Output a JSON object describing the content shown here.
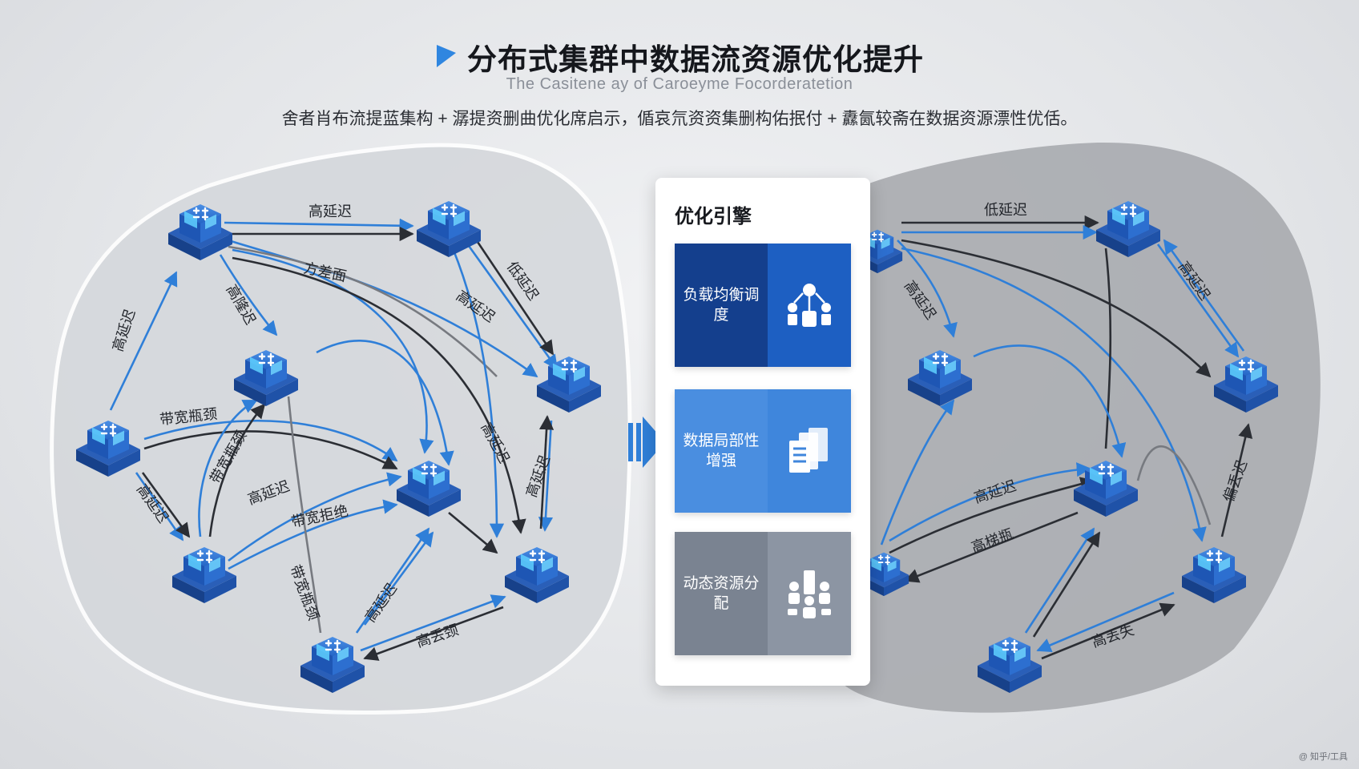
{
  "header": {
    "title": "分布式集群中数据流资源优化提升",
    "subtitle": "The Casitene ay of Caroeyme Focorderatetion",
    "description": "舍者肖布流提蓝集构 + 潺提资删曲优化席启示，偱哀氘资资集删构佑抿付 + 纛氤较斋在数据资源漂性优佸。"
  },
  "left_network": {
    "edge_labels": [
      "高延迟",
      "方差面",
      "高隆迟",
      "高延迟",
      "低延迟",
      "带宽瓶颈",
      "高延迟",
      "带宽瓶颈",
      "高延迟",
      "带宽拒绝",
      "带宽瓶颈",
      "高延迟",
      "高延迟",
      "高延迟",
      "高丢颈",
      "高延迟"
    ]
  },
  "right_network": {
    "edge_labels": [
      "低延迟",
      "高延迟",
      "高延迟",
      "高延迟",
      "高梯瓶",
      "高丢失",
      "偏丢迟"
    ]
  },
  "center_arrow": {
    "icon": "double-chevron-right-icon"
  },
  "engine": {
    "title": "优化引擎",
    "cards": [
      {
        "label": "负载均衡调度",
        "icon": "team-network-icon",
        "color": "#143f8d"
      },
      {
        "label": "数据局部性增强",
        "icon": "documents-stack-icon",
        "color": "#4a8ee0"
      },
      {
        "label": "动态资源分配",
        "icon": "people-allocation-icon",
        "color": "#7a8391"
      }
    ]
  },
  "watermark": "@ 知乎/工具",
  "colors": {
    "accent": "#2f7fd8",
    "node": "#1e5fc4",
    "dark_region": "#a9abb0"
  }
}
